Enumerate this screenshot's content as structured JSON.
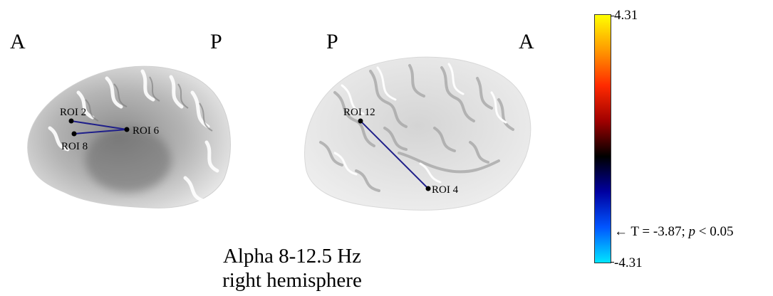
{
  "left_view": {
    "anterior_label": "A",
    "posterior_label": "P"
  },
  "right_view": {
    "posterior_label": "P",
    "anterior_label": "A"
  },
  "rois": {
    "roi2": "ROI 2",
    "roi6": "ROI 6",
    "roi8": "ROI 8",
    "roi12": "ROI 12",
    "roi4": "ROI 4"
  },
  "connection_color": "#1f1f8a",
  "caption": {
    "line1": "Alpha 8-12.5 Hz",
    "line2": "right hemisphere"
  },
  "colorbar": {
    "max_label": "4.31",
    "min_label": "-4.31",
    "threshold_prefix": "← T = -3.87; ",
    "threshold_p": "p",
    "threshold_suffix": " < 0.05",
    "colors": [
      "#00e5ff",
      "#0055ff",
      "#0000a0",
      "#000000",
      "#a00000",
      "#ff2a00",
      "#ff9900",
      "#ffff00"
    ]
  }
}
